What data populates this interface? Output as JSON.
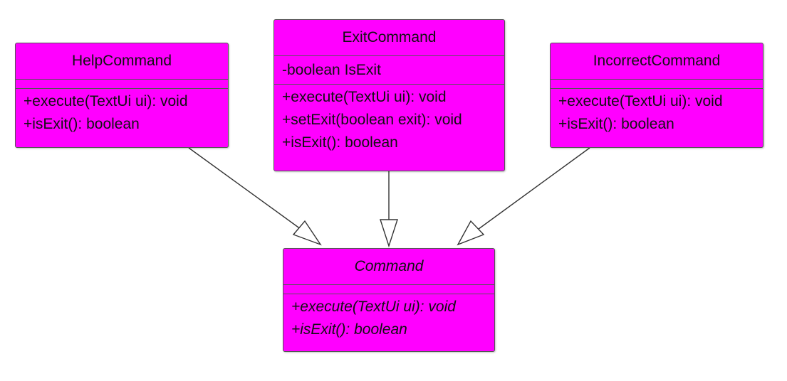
{
  "diagram": {
    "fill_color": "#ff00ff",
    "stroke_color": "#555555",
    "classes": [
      {
        "id": "help",
        "name": "HelpCommand",
        "attributes": [],
        "methods": [
          "+execute(TextUi ui): void",
          "+isExit(): boolean"
        ]
      },
      {
        "id": "exit",
        "name": "ExitCommand",
        "attributes": [
          "-boolean IsExit"
        ],
        "methods": [
          "+execute(TextUi ui): void",
          "+setExit(boolean exit): void",
          "+isExit(): boolean"
        ]
      },
      {
        "id": "incorrect",
        "name": "IncorrectCommand",
        "attributes": [],
        "methods": [
          "+execute(TextUi ui): void",
          "+isExit(): boolean"
        ]
      },
      {
        "id": "command",
        "name": "Command",
        "abstract": true,
        "attributes": [],
        "methods": [
          "+execute(TextUi ui): void",
          "+isExit(): boolean"
        ]
      }
    ],
    "relations": [
      {
        "type": "generalization",
        "from": "HelpCommand",
        "to": "Command"
      },
      {
        "type": "generalization",
        "from": "ExitCommand",
        "to": "Command"
      },
      {
        "type": "generalization",
        "from": "IncorrectCommand",
        "to": "Command"
      }
    ]
  }
}
